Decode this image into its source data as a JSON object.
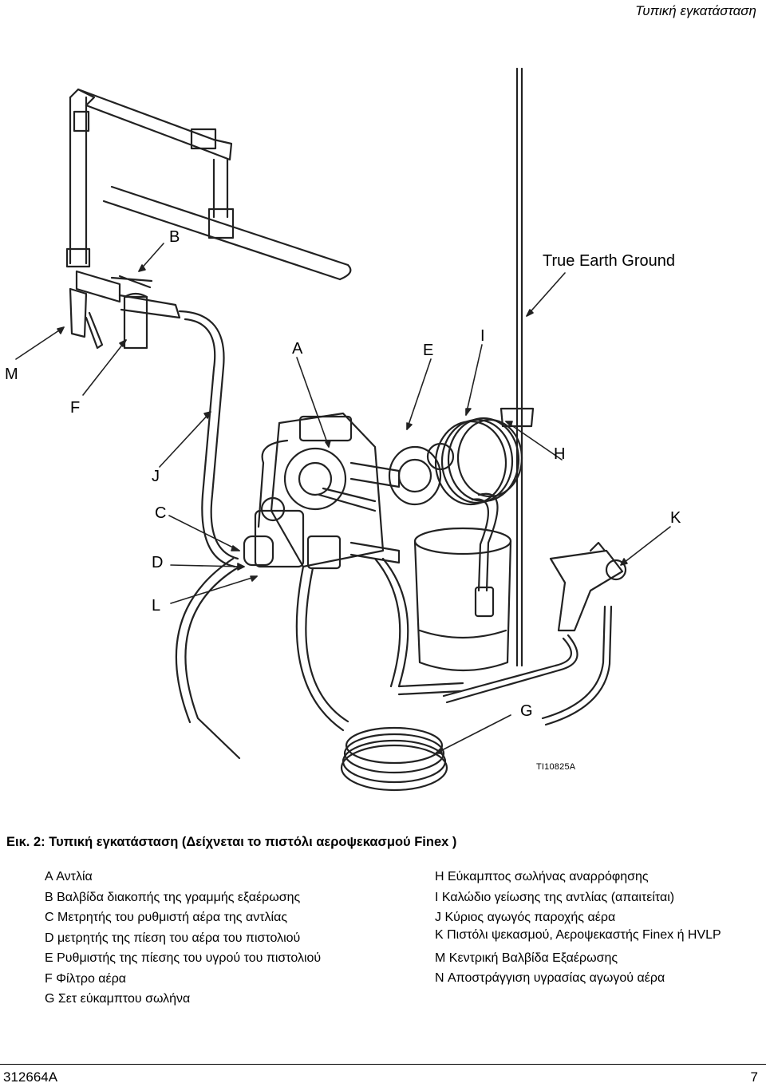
{
  "header": {
    "section_title": "Τυπική εγκατάσταση"
  },
  "figure": {
    "callouts": {
      "M": "M",
      "F": "F",
      "B": "B",
      "A": "A",
      "E": "E",
      "I": "I",
      "J": "J",
      "C": "C",
      "D": "D",
      "L": "L",
      "H": "H",
      "K": "K",
      "G": "G"
    },
    "ground_label": "True Earth Ground",
    "drawing_id": "TI10825A"
  },
  "caption": "Εικ. 2: Τυπική εγκατάσταση (Δείχνεται το πιστόλι αεροψεκασμού Finex )",
  "legend_left": [
    "A Αντλία",
    "B Βαλβίδα διακοπής της γραμμής εξαέρωσης",
    "C Μετρητής του ρυθμιστή αέρα της αντλίας",
    "D μετρητής της πίεση του αέρα του πιστολιού",
    "E Ρυθμιστής της πίεσης του υγρού του πιστολιού",
    "F Φίλτρο αέρα",
    "G Σετ εύκαμπτου σωλήνα"
  ],
  "legend_right": [
    "H Εύκαμπτος σωλήνας αναρρόφησης",
    "I Καλώδιο γείωσης της αντλίας (απαιτείται)",
    "J Κύριος αγωγός παροχής αέρα",
    "K Πιστόλι ψεκασμού, Αεροψεκαστής Finex ή HVLP",
    "M Κεντρική Βαλβίδα Εξαέρωσης",
    "N Αποστράγγιση υγρασίας αγωγού αέρα"
  ],
  "footer": {
    "doc_number": "312664A",
    "page_number": "7"
  }
}
